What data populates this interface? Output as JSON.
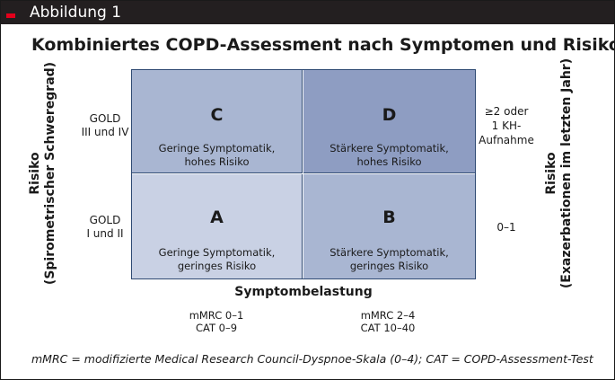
{
  "header": {
    "label": "Abbildung 1"
  },
  "title": "Kombiniertes COPD-Assessment nach Symptomen und Risiko",
  "quadrants": {
    "c": {
      "letter": "C",
      "line1": "Geringe Symptomatik,",
      "line2": "hohes Risiko"
    },
    "d": {
      "letter": "D",
      "line1": "Stärkere Symptomatik,",
      "line2": "hohes Risiko"
    },
    "a": {
      "letter": "A",
      "line1": "Geringe Symptomatik,",
      "line2": "geringes Risiko"
    },
    "b": {
      "letter": "B",
      "line1": "Stärkere Symptomatik,",
      "line2": "geringes Risiko"
    }
  },
  "left_rows": {
    "top": {
      "line1": "GOLD",
      "line2": "III und IV"
    },
    "bottom": {
      "line1": "GOLD",
      "line2": "I und II"
    }
  },
  "right_rows": {
    "top": {
      "line1": "≥2 oder",
      "line2": "1 KH-",
      "line3": "Aufnahme"
    },
    "bottom": {
      "line1": "0–1"
    }
  },
  "left_axis": {
    "line1": "Risiko",
    "line2": "(Spirometrischer Schweregrad)"
  },
  "right_axis": {
    "line1": "Risiko",
    "line2": "(Exazerbationen im letzten Jahr)"
  },
  "x_axis": {
    "title": "Symptombelastung",
    "left": {
      "line1": "mMRC 0–1",
      "line2": "CAT 0–9"
    },
    "right": {
      "line1": "mMRC 2–4",
      "line2": "CAT 10–40"
    }
  },
  "footnote": "mMRC =  modifizierte Medical Research Council-Dyspnoe-Skala (0–4); CAT = COPD-Assessment-Test",
  "colors": {
    "header_bg": "#231f20",
    "accent": "#e3001b",
    "quadrant_a": "#c9d1e4",
    "quadrant_b_c": "#a9b6d2",
    "quadrant_d": "#8e9dc2",
    "grid_border": "#2f4a73"
  }
}
